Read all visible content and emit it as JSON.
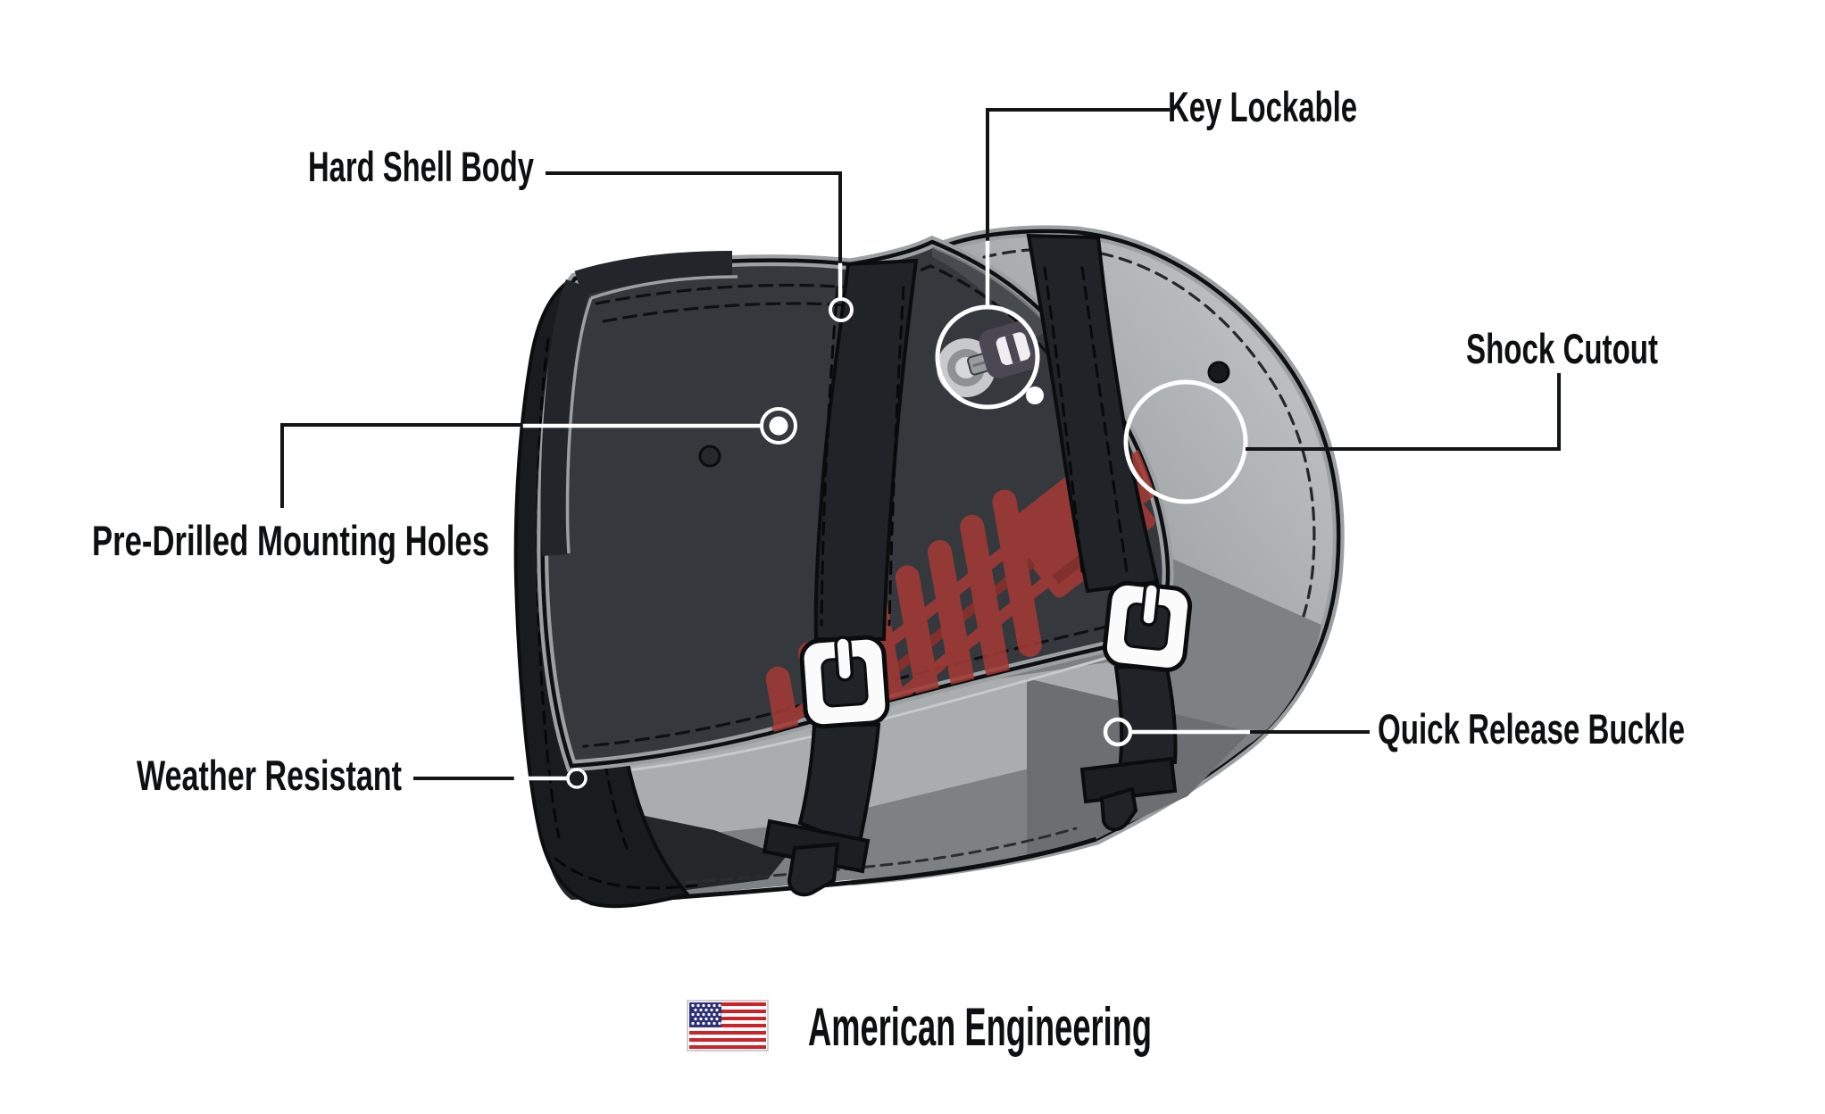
{
  "diagram": {
    "type": "product-feature-callout-diagram",
    "product": "motorcycle-saddlebag-illustration",
    "callouts": [
      {
        "id": "hard-shell-body",
        "label": "Hard Shell Body"
      },
      {
        "id": "key-lockable",
        "label": "Key Lockable"
      },
      {
        "id": "shock-cutout",
        "label": "Shock Cutout"
      },
      {
        "id": "pre-drilled-mounting-holes",
        "label": "Pre-Drilled Mounting Holes"
      },
      {
        "id": "weather-resistant",
        "label": "Weather Resistant"
      },
      {
        "id": "quick-release-buckle",
        "label": "Quick Release Buckle"
      }
    ],
    "footer": {
      "flag_icon": "us-flag-icon",
      "text": "American Engineering"
    },
    "icons": [
      "lock-and-key-icon",
      "shock-absorber-icon",
      "mounting-hole-marker",
      "callout-ring-markers",
      "us-flag-icon"
    ],
    "colors": {
      "background": "#ffffff",
      "text": "#0e0f10",
      "leader_line": "#131415",
      "bag_flap": "#35393d",
      "bag_side_panel": "#191c1f",
      "bag_back_light": "#c6c9cb",
      "bag_lower_gray": "#7d8184",
      "silver_trim": "#9ba0a3",
      "strap_black": "#202327",
      "shock_red": "#a23a36",
      "flag_red": "#cc2229",
      "flag_blue": "#2d2f77",
      "marker_white": "#ffffff"
    }
  }
}
